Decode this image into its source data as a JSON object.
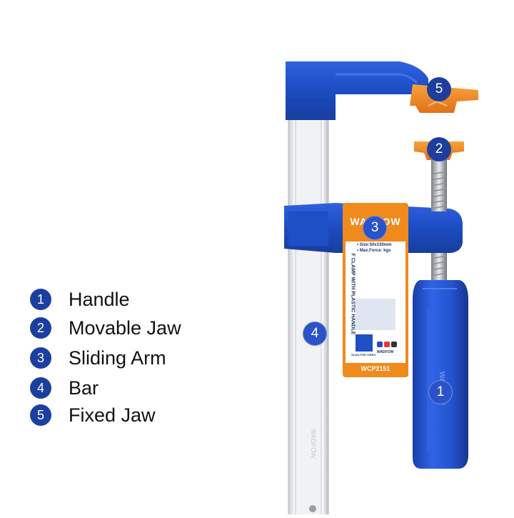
{
  "legend": {
    "items": [
      {
        "number": "1",
        "label": "Handle"
      },
      {
        "number": "2",
        "label": "Movable Jaw"
      },
      {
        "number": "3",
        "label": "Sliding Arm"
      },
      {
        "number": "4",
        "label": "Bar"
      },
      {
        "number": "5",
        "label": "Fixed Jaw"
      }
    ]
  },
  "callouts": {
    "handle": "1",
    "movable_jaw": "2",
    "sliding_arm": "3",
    "bar": "4",
    "fixed_jaw": "5"
  },
  "product_tag": {
    "brand": "WADFOW",
    "size_line": "• Size:50x150mm",
    "force_line": "• Max.Force:    kgs",
    "product_name": "F CLAMP WITH PLASTIC HANDLE",
    "scan_text": "SCAN FOR VIDEO",
    "brand_small": "WADFOW",
    "model": "WCP2151"
  },
  "colors": {
    "clamp_blue": "#1f4fc4",
    "jaw_orange": "#f08a1c",
    "badge_blue": "#1b3fa0",
    "bar_silver": "#d9dde2"
  }
}
